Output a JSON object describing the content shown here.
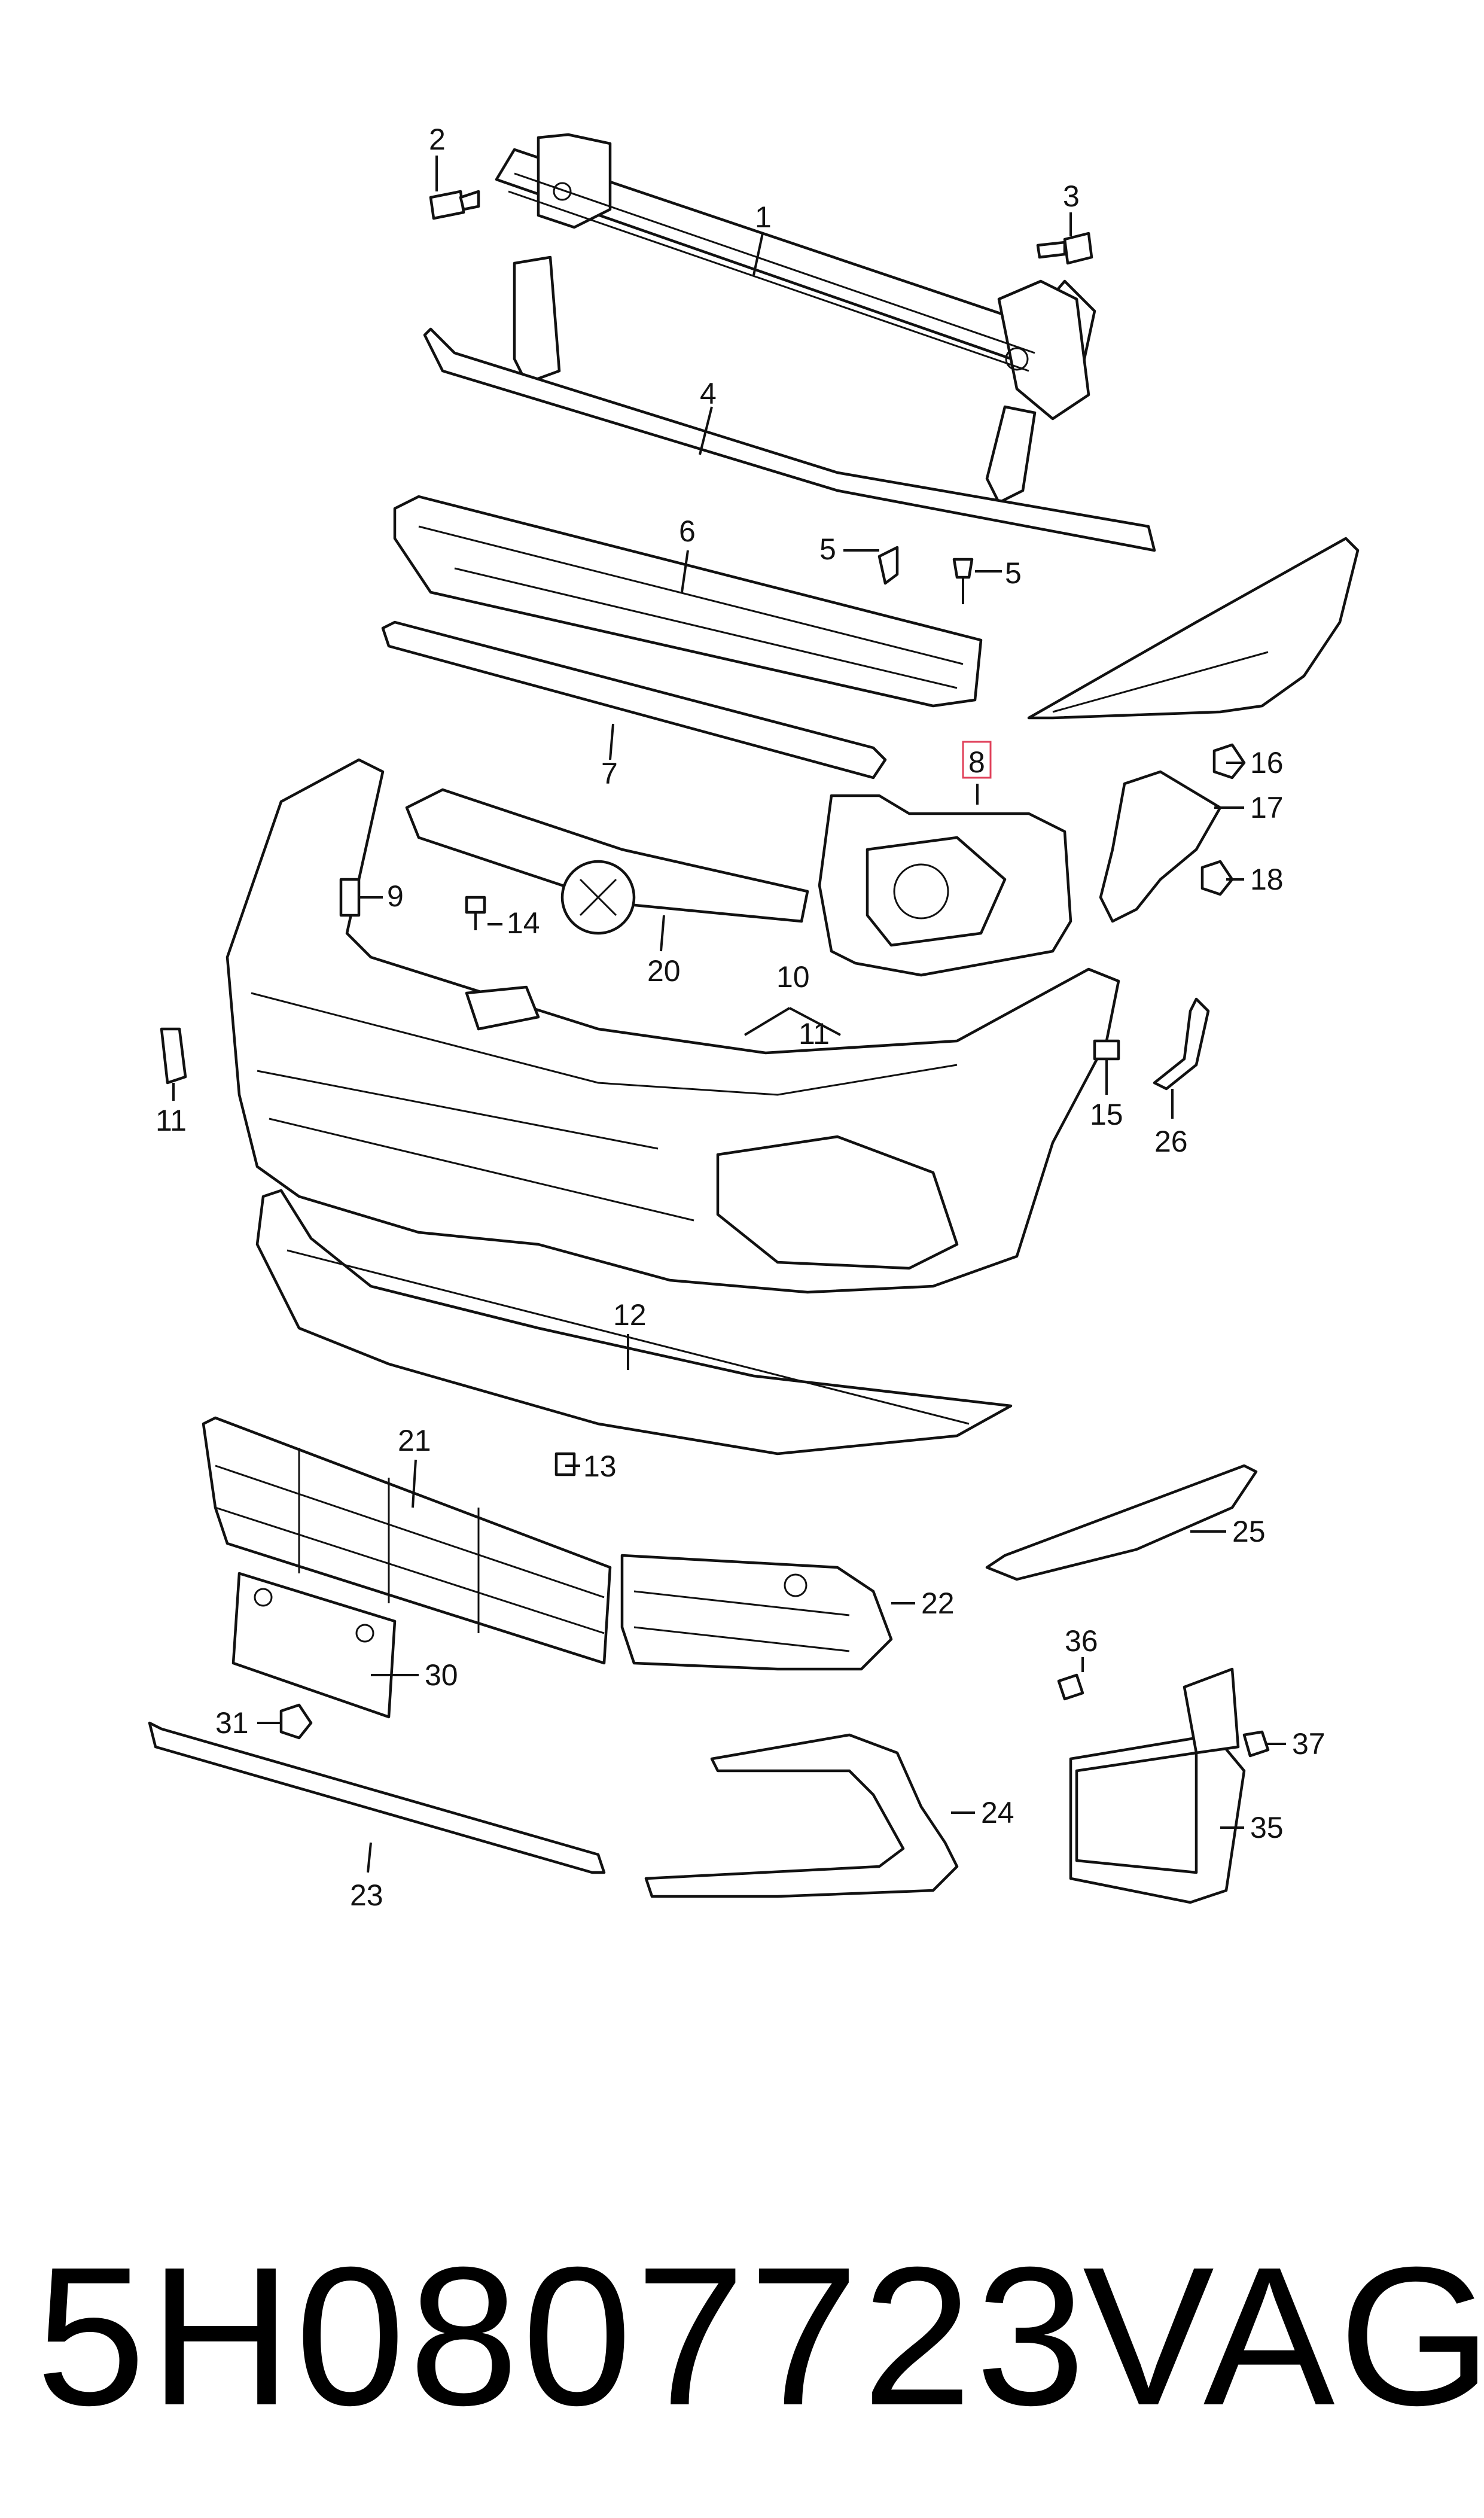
{
  "callouts": {
    "c1": "1",
    "c2": "2",
    "c3": "3",
    "c4": "4",
    "c5a": "5",
    "c5b": "5",
    "c6": "6",
    "c7": "7",
    "c8": "8",
    "c9": "9",
    "c10": "10",
    "c11a": "11",
    "c11b": "11",
    "c12": "12",
    "c13": "13",
    "c14": "14",
    "c15": "15",
    "c16": "16",
    "c17": "17",
    "c18": "18",
    "c20": "20",
    "c21": "21",
    "c22": "22",
    "c23": "23",
    "c24": "24",
    "c25": "25",
    "c26": "26",
    "c30": "30",
    "c31": "31",
    "c35": "35",
    "c36": "36",
    "c37": "37"
  },
  "highlight": {
    "callout": "8",
    "color": "#e0405a"
  },
  "footer": {
    "part_number": "5H0807723",
    "brand": "VAG"
  }
}
